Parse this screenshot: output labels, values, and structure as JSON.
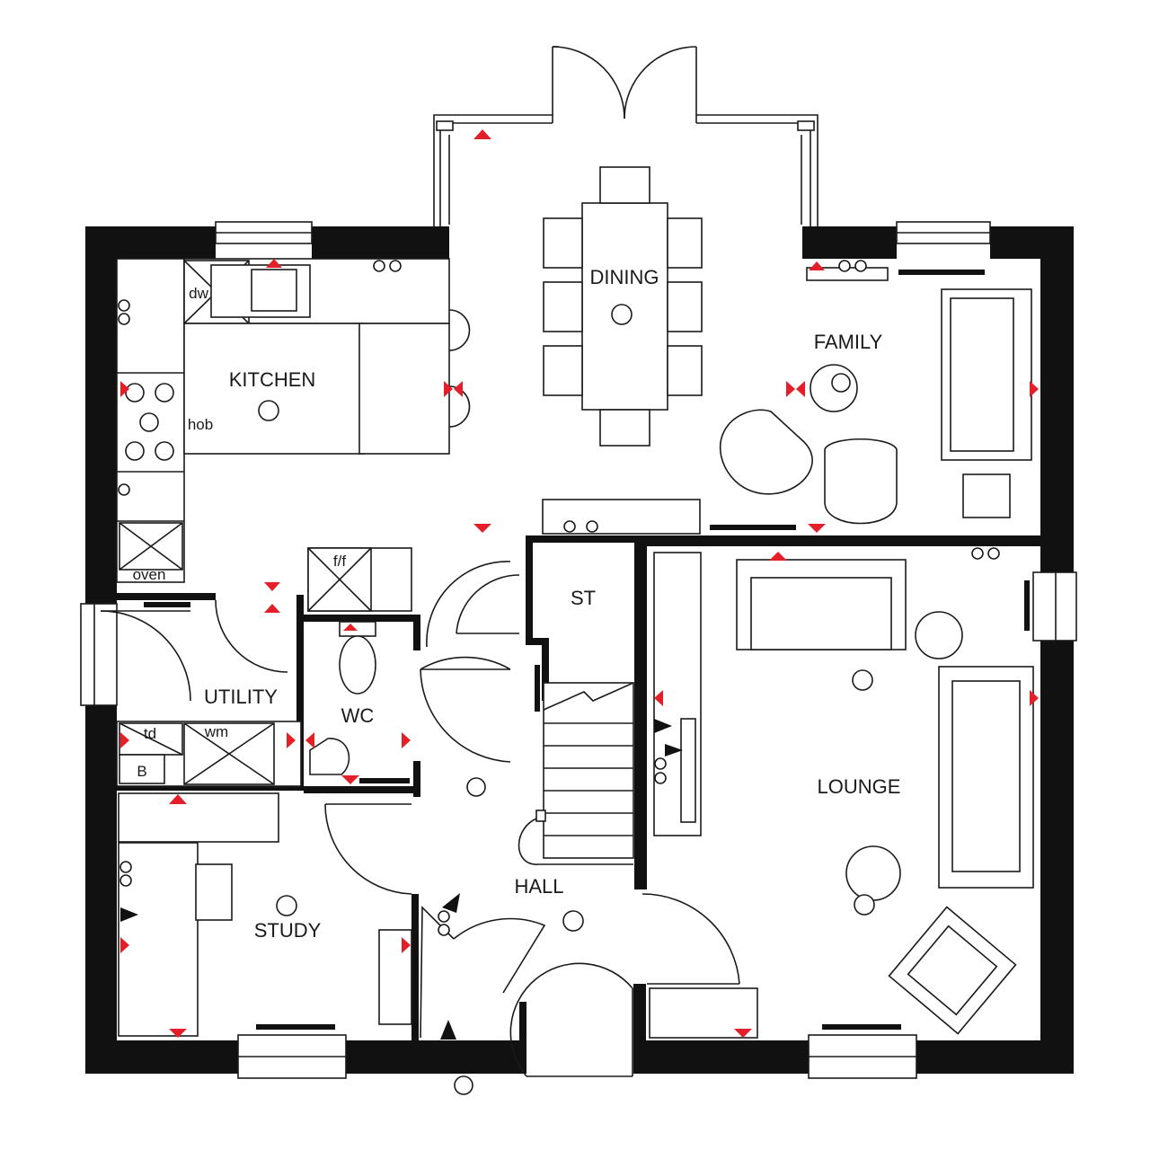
{
  "rooms": {
    "kitchen": "KITCHEN",
    "dining": "DINING",
    "family": "FAMILY",
    "utility": "UTILITY",
    "wc": "WC",
    "st": "ST",
    "lounge": "LOUNGE",
    "hall": "HALL",
    "study": "STUDY"
  },
  "appliances": {
    "dishwasher": "dw",
    "hob": "hob",
    "oven": "oven",
    "fridge_freezer": "f/f",
    "tumble_dryer": "td",
    "washing_machine": "wm",
    "boiler": "B"
  },
  "colors": {
    "wall": "#111111",
    "electrical_marker": "#e3202a",
    "lines": "#1a1a1a"
  }
}
